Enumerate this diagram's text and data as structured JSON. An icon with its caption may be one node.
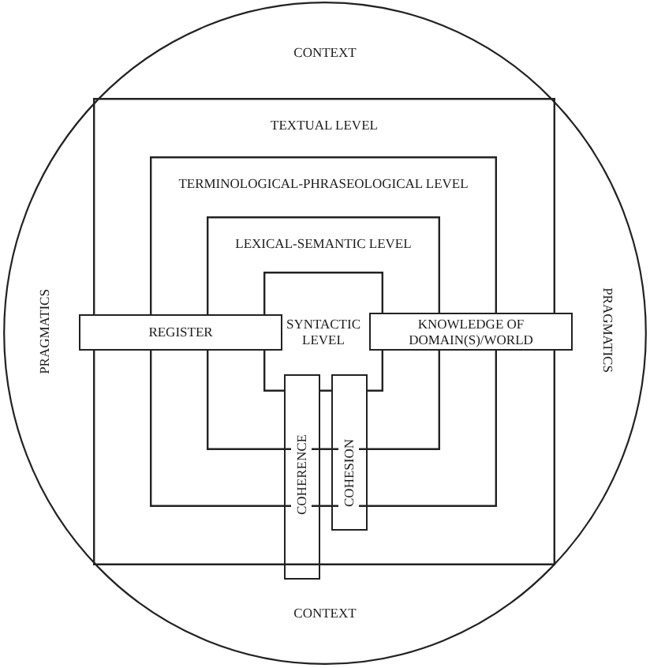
{
  "diagram": {
    "nodes": [
      {
        "text": [
          "CONTEXT",
          "PRAGMATICS",
          "PRAGMATICS",
          "CONTEXT"
        ]
      },
      {
        "text": [
          "TEXTUAL LEVEL"
        ],
        "in": 0
      },
      {
        "text": [
          "TERMINOLOGICAL-PHRASEOLOGICAL LEVEL"
        ],
        "in": 1
      },
      {
        "text": [
          "LEXICAL-SEMANTIC LEVEL"
        ],
        "in": 2
      },
      {
        "text": [
          "SYNTACTIC LEVEL"
        ],
        "in": 3
      },
      {
        "text": [
          "REGISTER"
        ],
        "in": 0
      },
      {
        "text": [
          "KNOWLEDGE OF DOMAIN(S)/WORLD"
        ],
        "in": 0
      },
      {
        "text": [
          "COHERENCE"
        ],
        "in": 0
      },
      {
        "text": [
          "COHESION"
        ],
        "in": 1
      }
    ]
  }
}
